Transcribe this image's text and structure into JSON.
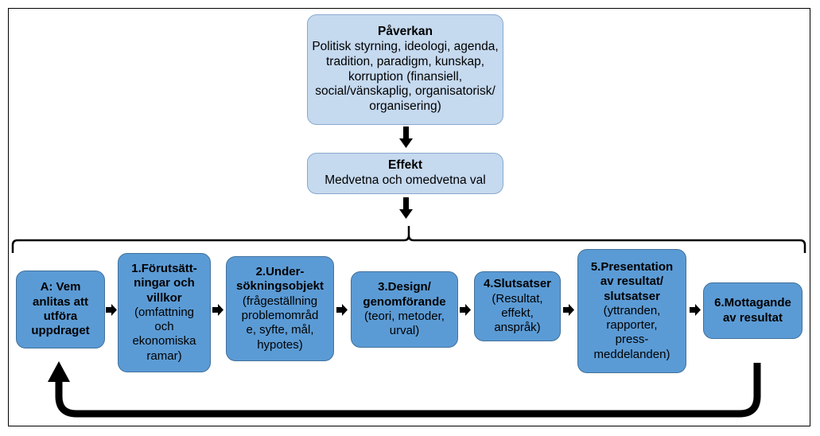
{
  "influence": {
    "title": "Påverkan",
    "lines": [
      "Politisk styrning, ideologi, agenda,",
      "tradition, paradigm, kunskap,",
      "korruption (finansiell,",
      "social/vänskaplig, organisatorisk/",
      "organisering)"
    ]
  },
  "effect": {
    "title": "Effekt",
    "text": "Medvetna och omedvetna val"
  },
  "steps": [
    {
      "title_lines": [
        "A: Vem",
        "anlitas att",
        "utföra",
        "uppdraget"
      ],
      "body_lines": []
    },
    {
      "title_lines": [
        "1.Förutsätt-",
        "ningar och",
        "villkor"
      ],
      "body_lines": [
        "(omfattning",
        "och",
        "ekonomiska",
        "ramar)"
      ]
    },
    {
      "title_lines": [
        "2.Under-",
        "sökningsobjekt"
      ],
      "body_lines": [
        "(frågeställning",
        "problemområd",
        "e, syfte, mål,",
        "hypotes)"
      ]
    },
    {
      "title_lines": [
        "3.Design/",
        "genomförande"
      ],
      "body_lines": [
        "(teori, metoder,",
        "urval)"
      ]
    },
    {
      "title_lines": [
        "4.Slutsatser"
      ],
      "body_lines": [
        "(Resultat,",
        "effekt,",
        "anspråk)"
      ]
    },
    {
      "title_lines": [
        "5.Presentation",
        "av resultat/",
        "slutsatser"
      ],
      "body_lines": [
        "(yttranden,",
        "rapporter,",
        "press-",
        "meddelanden)"
      ]
    },
    {
      "title_lines": [
        "6.Mottagande",
        "av resultat"
      ],
      "body_lines": []
    }
  ],
  "colors": {
    "light_fill": "#c5d9ef",
    "dark_fill": "#5b9bd5",
    "arrow": "#000000"
  }
}
